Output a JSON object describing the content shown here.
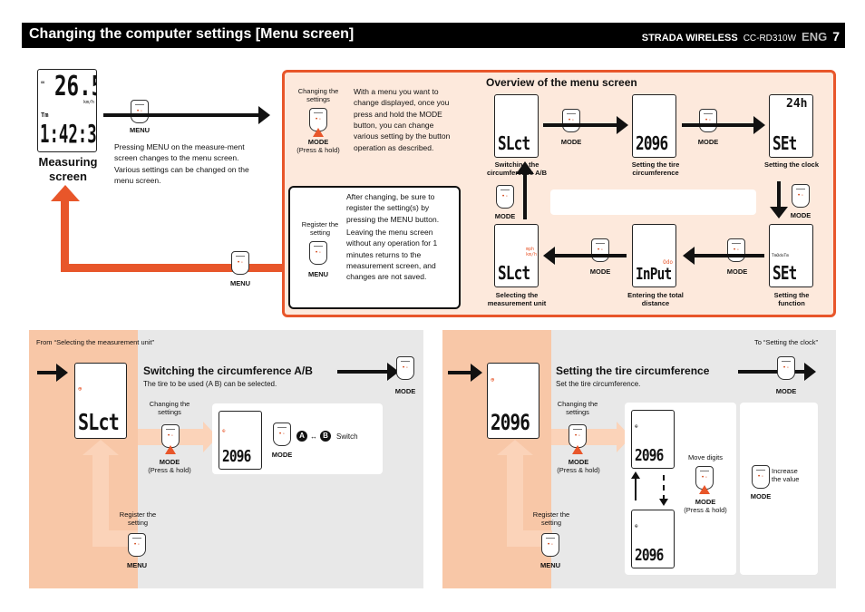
{
  "header": {
    "title": "Changing the computer settings [Menu screen]",
    "brand": "STRADA WIRELESS",
    "model": "CC-RD310W",
    "lang": "ENG",
    "page": "7"
  },
  "measuring": {
    "label_line1": "Measuring",
    "label_line2": "screen",
    "speed": "26.5",
    "time": "1:42:38",
    "unit": "km/h",
    "tm": "Tm",
    "menu_label": "MENU",
    "desc1": "Pressing MENU on the measure-ment screen changes to the menu screen.",
    "desc2": "Various settings can be changed on the menu screen.",
    "back_menu_label": "MENU"
  },
  "overview": {
    "title": "Overview of the menu screen",
    "change_caption": "Changing the settings",
    "mode": "MODE",
    "press_hold": "(Press & hold)",
    "change_desc": "With a menu you want to change displayed, once you press and hold the MODE button, you can change various setting by the button operation as described.",
    "register_caption": "Register the setting",
    "menu": "MENU",
    "note1": "After changing, be sure to register the setting(s) by pressing the MENU button.",
    "note2": "Leaving the menu screen without any operation for 1 minutes returns to the measurement screen, and changes are not saved.",
    "screens": [
      {
        "lcd": "SLct",
        "label": "Switching the circumference A/B"
      },
      {
        "lcd": "2096",
        "label": "Setting the tire circumference"
      },
      {
        "lcd": "SEt",
        "top": "24h",
        "label": "Setting the clock"
      },
      {
        "lcd": "SEt",
        "top": "TmOdoTm",
        "label": "Setting the function"
      },
      {
        "lcd": "InPut",
        "top": "Odo",
        "label": "Entering the total distance"
      },
      {
        "lcd": "SLct",
        "top": "mph km/h",
        "label": "Selecting the measurement unit"
      }
    ]
  },
  "panel1": {
    "from": "From “Selecting the measurement unit”",
    "title": "Switching the circumference A/B",
    "desc": "The tire to be used (A B) can be selected.",
    "mode": "MODE",
    "changing": "Changing the settings",
    "press_hold": "(Press & hold)",
    "register": "Register the setting",
    "menu": "MENU",
    "lcd_main": "SLct",
    "lcd_small": "2096",
    "switch_label": "Switch",
    "a": "A",
    "b": "B"
  },
  "panel2": {
    "to": "To “Setting the clock”",
    "title": "Setting the tire circumference",
    "desc": "Set the tire circumference.",
    "mode": "MODE",
    "changing": "Changing the settings",
    "press_hold": "(Press & hold)",
    "register": "Register the setting",
    "menu": "MENU",
    "lcd_main": "2096",
    "lcd_a": "2096",
    "lcd_b": "2096",
    "move_digits": "Move digits",
    "increase": "Increase the value"
  }
}
